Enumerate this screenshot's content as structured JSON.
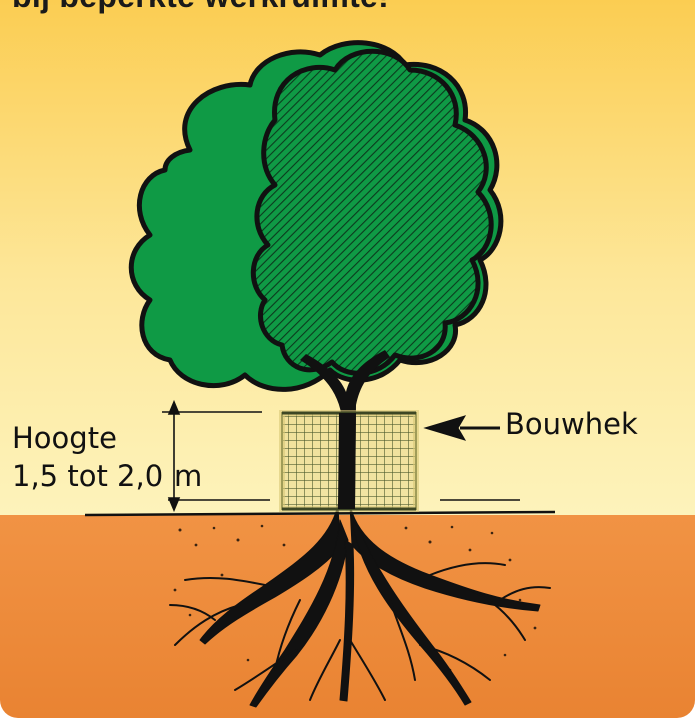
{
  "caption": "bij beperkte werkruimte!",
  "labels": {
    "height_line1": "Hoogte",
    "height_line2": "1,5 tot 2,0",
    "height_unit": "m",
    "fence": "Bouwhek"
  },
  "colors": {
    "sky_top": "#fbcf55",
    "sky_bottom": "#fdf2b3",
    "soil_top": "#ef8f3e",
    "soil_bottom": "#ec8533",
    "canopy": "#0f9a45",
    "outline": "#111111"
  }
}
